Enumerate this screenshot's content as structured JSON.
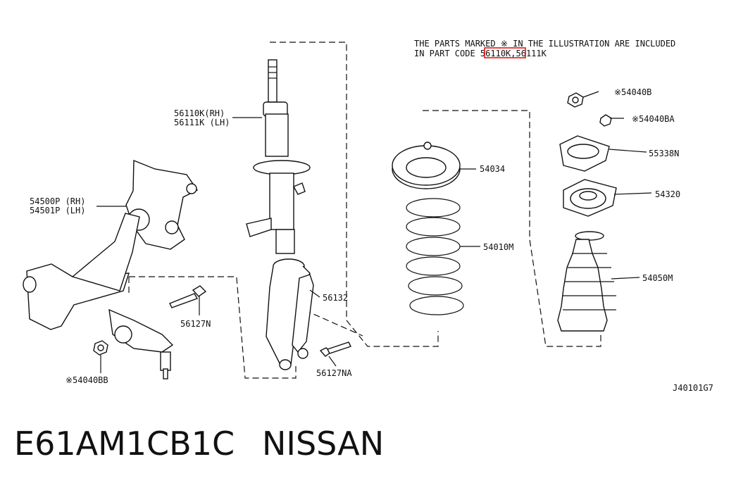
{
  "note": {
    "line1": "THE PARTS MARKED  ※ IN THE ILLUSTRATION ARE INCLUDED",
    "line2_prefix": "IN PART CODE ",
    "line2_highlight": "56110K",
    "line2_suffix": ",56111K",
    "highlight_color": "#e11111"
  },
  "labels": {
    "strut_rh": "56110K(RH)",
    "strut_lh": "56111K (LH)",
    "knuckle_rh": "54500P (RH)",
    "knuckle_lh": "54501P (LH)",
    "bolt_56127n": "56127N",
    "nut_54040bb": "※54040BB",
    "fork_56132": "56132",
    "bolt_56127na": "56127NA",
    "seat_54034": "54034",
    "spring_54010m": "54010M",
    "nut_54040b": "※54040B",
    "nut_54040ba": "※54040BA",
    "plate_55338n": "55338N",
    "mount_54320": "54320",
    "boot_54050m": "54050M"
  },
  "diagram_code": "J40101G7",
  "footer": {
    "code": "E61AM1CB1C",
    "brand": "NISSAN"
  }
}
